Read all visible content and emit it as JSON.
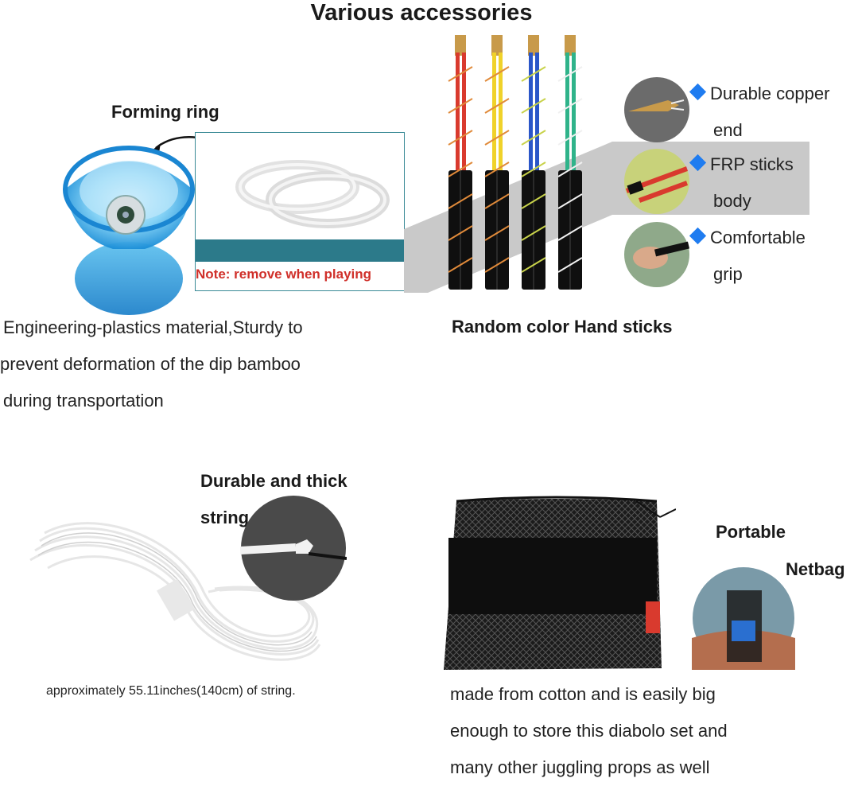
{
  "header": {
    "title": "Various accessories"
  },
  "forming_ring": {
    "label": "Forming ring",
    "note": "Note: remove when playing",
    "description": [
      "Engineering-plastics material,Sturdy to",
      "prevent deformation of the dip bamboo",
      "during transportation"
    ]
  },
  "hand_sticks": {
    "label": "Random color Hand sticks",
    "features": [
      {
        "lines": [
          "Durable copper",
          "end"
        ]
      },
      {
        "lines": [
          "FRP sticks",
          "body"
        ]
      },
      {
        "lines": [
          "Comfortable",
          "grip"
        ]
      }
    ],
    "stick_colors": [
      "#d93a2e",
      "#f0d22a",
      "#2a56c8",
      "#2fb38a"
    ]
  },
  "string": {
    "label_lines": [
      "Durable and thick",
      "string"
    ],
    "caption": "approximately 55.11inches(140cm) of string."
  },
  "netbag": {
    "label_lines": [
      "Portable",
      "Netbag"
    ],
    "description": [
      "made from cotton and is easily big",
      "enough to store this diabolo set and",
      "many other juggling props as well"
    ]
  },
  "colors": {
    "accent": "#1f7cf0",
    "ring_blue": "#2aa6e8",
    "note_red": "#d0302a",
    "teal_bar": "#2c7a8a"
  },
  "icons": [
    "diamond-bullet-icon",
    "curved-arrow-icon"
  ]
}
